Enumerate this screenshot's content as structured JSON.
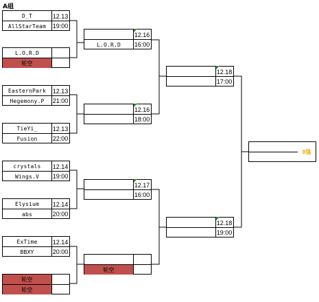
{
  "header": {
    "title": "A组"
  },
  "round1": [
    {
      "team_a": "D_T",
      "team_b": "AllStarTeam",
      "date": "12.13",
      "time": "19:00"
    },
    {
      "team_a": "L.O.R.D",
      "team_b": "轮空",
      "date": "",
      "time": ""
    },
    {
      "team_a": "EasternPark",
      "team_b": "Hegemony.P",
      "date": "12.13",
      "time": "21:00"
    },
    {
      "team_a": "TieYi_",
      "team_b": "Fusion",
      "date": "12.13",
      "time": "22:00"
    },
    {
      "team_a": "crystals",
      "team_b": "Wings.V",
      "date": "12.14",
      "time": "19:00"
    },
    {
      "team_a": "Elysium",
      "team_b": "abs",
      "date": "12.14",
      "time": "20:00"
    },
    {
      "team_a": "ExTime",
      "team_b": "BBXY",
      "date": "12.14",
      "time": "20:00"
    },
    {
      "team_a": "轮空",
      "team_b": "轮空",
      "date": "",
      "time": ""
    }
  ],
  "round2": [
    {
      "team_a": "",
      "team_b": "L.O.R.D",
      "date": "12.16",
      "time": "16:00"
    },
    {
      "team_a": "",
      "team_b": "",
      "date": "12.16",
      "time": "18:00"
    },
    {
      "team_a": "",
      "team_b": "",
      "date": "12.17",
      "time": "16:00"
    },
    {
      "team_a": "",
      "team_b": "轮空",
      "date": "",
      "time": ""
    }
  ],
  "round3": [
    {
      "team_a": "",
      "team_b": "",
      "date": "12.18",
      "time": "17:00"
    },
    {
      "team_a": "",
      "team_b": "",
      "date": "12.18",
      "time": "19:00"
    }
  ],
  "final": {
    "team_a": "",
    "team_b": "",
    "label": "8强"
  },
  "colors": {
    "bye": "#c0504d",
    "champion": "#f0a800",
    "marker": "#1f8f3a"
  }
}
